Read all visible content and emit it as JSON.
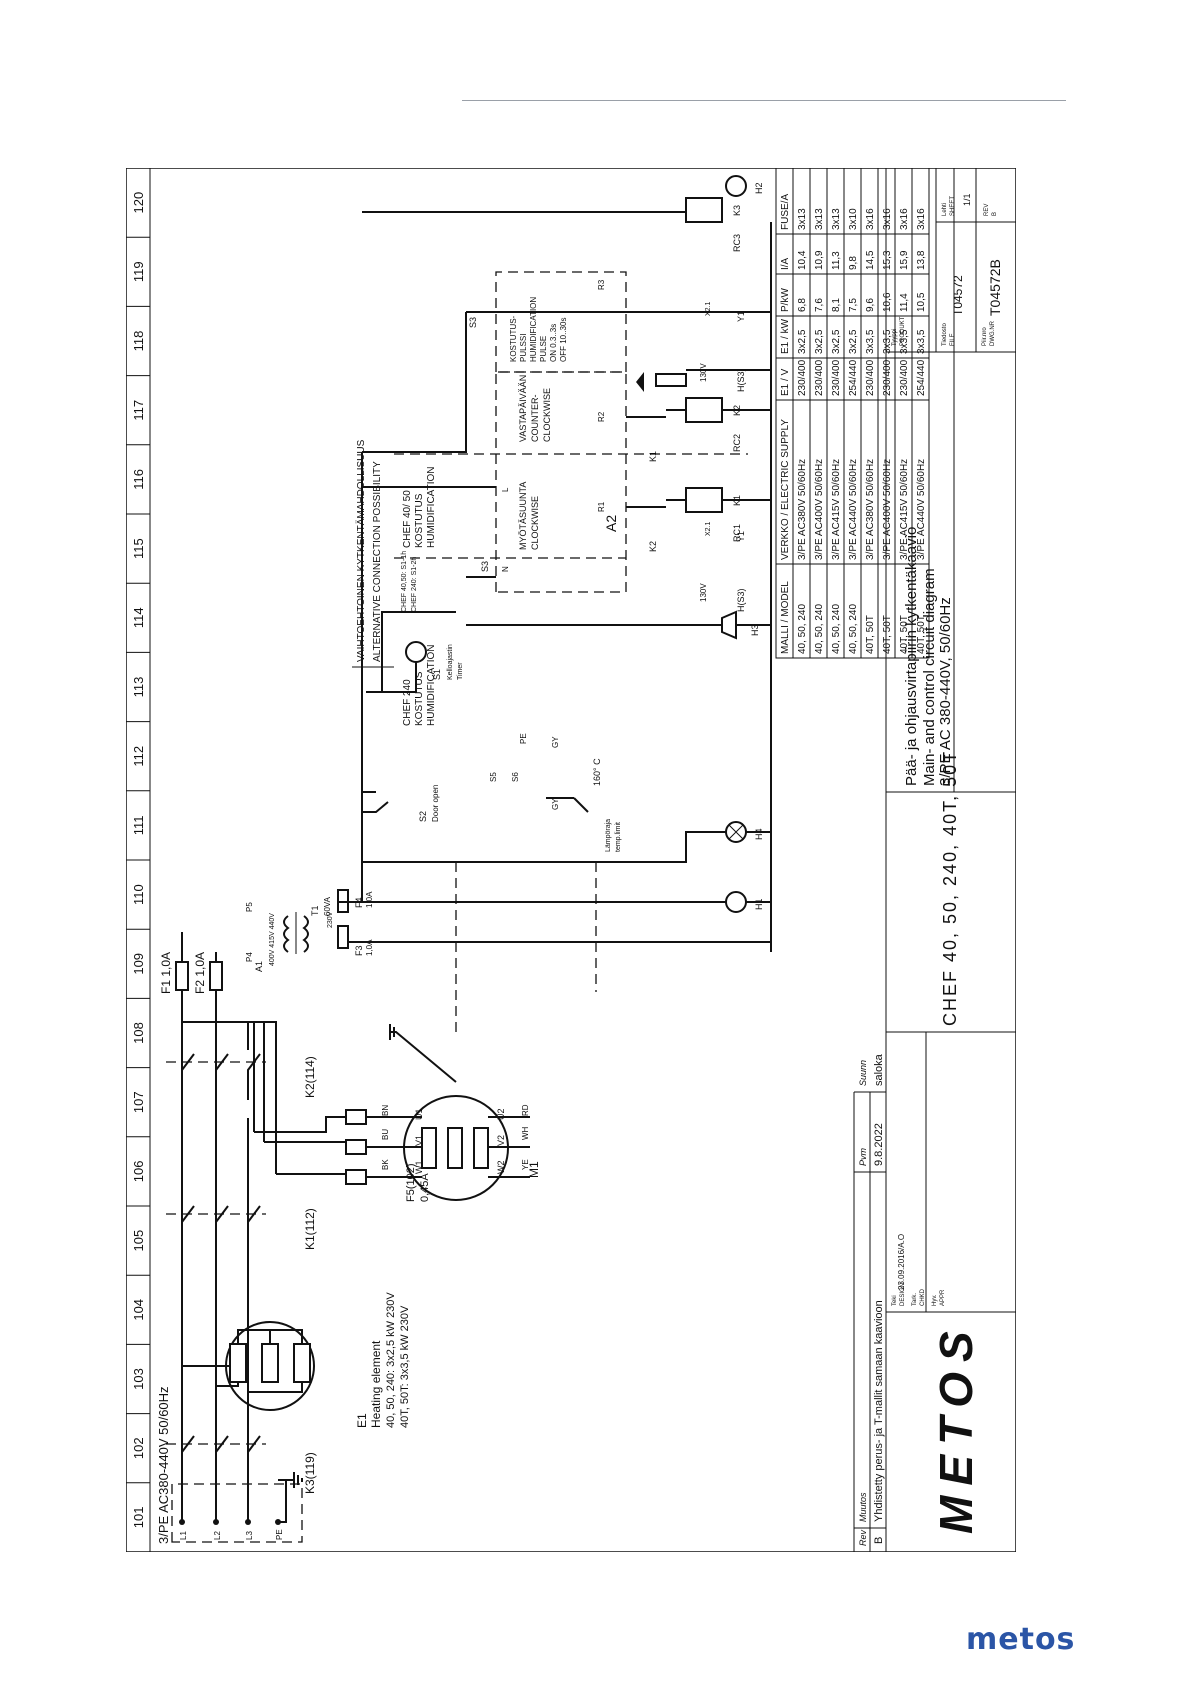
{
  "brand": {
    "footer_logo": "metos",
    "title_logo": "METOS"
  },
  "column_numbers": [
    "101",
    "102",
    "103",
    "104",
    "105",
    "106",
    "107",
    "108",
    "109",
    "110",
    "111",
    "112",
    "113",
    "114",
    "115",
    "116",
    "117",
    "118",
    "119",
    "120"
  ],
  "supply_header": "3/PE AC380-440V 50/60Hz",
  "terminals": [
    "L1",
    "L2",
    "L3",
    "PE"
  ],
  "devices": {
    "k3": "K3(119)",
    "k1": "K1(112)",
    "k2": "K2(114)",
    "f1": "F1 1,0A",
    "f2": "F2 1,0A",
    "f3": "F3",
    "f3_rating": "1,0A",
    "f4": "F4",
    "f4_rating": "1,0A",
    "f5": "F5(102)",
    "f5_rating": "0,45A",
    "m1": "M1",
    "e1": "E1",
    "e1_name": "Heating element",
    "e1_rating_1": "40, 50, 240: 3x2,5 kW 230V",
    "e1_rating_2": "40T, 50T: 3x3,5 kW 230V",
    "t1": "T1",
    "t1_va": "60VA",
    "t1_primary": "400V 415V 440V",
    "t1_secondary": "230V",
    "a1": "A1",
    "p4": "P4",
    "p5": "P5",
    "s1": "S1",
    "s1_name_fi": "Kelloajastin",
    "s1_name_en": "Timer",
    "s1_note_1": "CHEF 40,50: S1-1h",
    "s1_note_2": "CHEF 240: S1-2h",
    "s2": "S2",
    "s2_name": "Door open",
    "s3": "S3",
    "s3b": "S3",
    "s5": "S5",
    "s6": "S6",
    "thermo_temp": "160° C",
    "thermo_name_fi": "Lämpöraja",
    "thermo_name_en": "temp.limit",
    "h1": "H1",
    "h2": "H2",
    "h3": "H3",
    "h4": "H4",
    "rc1": "RC1",
    "rc2": "RC2",
    "rc3": "RC3",
    "x2_1": "X2.1",
    "x2_1b": "X2.1",
    "y1": "Y1",
    "y1b": "Y1",
    "hs3": "H(S3)",
    "hs3b": "H(S3)",
    "v130": "130V",
    "v130b": "130V",
    "k1_contact": "K1",
    "k2_contact": "K2",
    "k1_coil": "K1",
    "k2_coil": "K2",
    "k3_coil": "K3",
    "a2": "A2",
    "r1": "R1",
    "r2": "R2",
    "r3": "R3",
    "n": "N",
    "l": "L",
    "pe": "PE",
    "motor_u1": "U1",
    "motor_v1": "V1",
    "motor_w1": "W1",
    "motor_u2": "U2",
    "motor_v2": "V2",
    "motor_w2": "W2",
    "wire_bn": "BN",
    "wire_bu": "BU",
    "wire_bk": "BK",
    "wire_rd": "RD",
    "wire_wh": "WH",
    "wire_ye": "YE",
    "wire_gy": "GY",
    "wire_gy2": "GY"
  },
  "annotations": {
    "alt_fi": "VAIHTOEHTOINEN KYTKENTÄMAHDOLLISUUS",
    "alt_en": "ALTERNATIVE CONNECTION POSSIBILITY",
    "chef4050_1": "CHEF 40/ 50",
    "chef4050_2": "KOSTUTUS",
    "chef4050_3": "HUMIDIFICATION",
    "chef240_1": "CHEF 240",
    "chef240_2": "KOSTUTUS",
    "chef240_3": "HUMIDIFICATION",
    "pulse_1": "KOSTUTUS-",
    "pulse_2": "PULSSI",
    "pulse_3": "HUMIDIFICATION",
    "pulse_4": "PULSE",
    "pulse_5": "ON 0.3..3s",
    "pulse_6": "OFF 10..30s",
    "ccw_1": "VASTAPÄIVÄÄN",
    "ccw_2": "COUNTER-",
    "ccw_3": "CLOCKWISE",
    "cw_1": "MYÖTÄSUUNTA",
    "cw_2": "CLOCKWISE"
  },
  "spec_table": {
    "headers": [
      "MALLI / MODEL",
      "VERKKO / ELECTRIC SUPPLY",
      "E1 / V",
      "E1 / kW",
      "P/kW",
      "I/A",
      "FUSE/A"
    ],
    "rows": [
      [
        "40, 50, 240",
        "3/PE AC380V 50/60Hz",
        "230/400",
        "3x2,5",
        "6,8",
        "10,4",
        "3x13"
      ],
      [
        "40, 50, 240",
        "3/PE AC400V 50/60Hz",
        "230/400",
        "3x2,5",
        "7,6",
        "10,9",
        "3x13"
      ],
      [
        "40, 50, 240",
        "3/PE AC415V 50/60Hz",
        "230/400",
        "3x2,5",
        "8,1",
        "11,3",
        "3x13"
      ],
      [
        "40, 50, 240",
        "3/PE AC440V 50/60Hz",
        "254/440",
        "3x2,5",
        "7,5",
        "9,8",
        "3x10"
      ],
      [
        "40T, 50T",
        "3/PE AC380V 50/60Hz",
        "230/400",
        "3x3,5",
        "9,6",
        "14,5",
        "3x16"
      ],
      [
        "40T, 50T",
        "3/PE AC400V 50/60Hz",
        "230/400",
        "3x3,5",
        "10,6",
        "15,3",
        "3x16"
      ],
      [
        "40T, 50T",
        "3/PE AC415V 50/60Hz",
        "230/400",
        "3x3,5",
        "11,4",
        "15,9",
        "3x16"
      ],
      [
        "40T, 50T",
        "3/PE AC440V 50/60Hz",
        "254/440",
        "3x3,5",
        "10,5",
        "13,8",
        "3x16"
      ]
    ]
  },
  "title_block": {
    "title_fi": "Pää- ja ohjausvirtapiirin kytkentäkaavio",
    "title_en": "Main- and control circuit diagram",
    "title_supply": "3/PE AC 380-440V, 50/60Hz",
    "model": "CHEF 40, 50, 240, 40T, 50T",
    "type_label_fi": "Tyyppi",
    "type_label_en": "PRODUKT",
    "file_label_fi": "Tiedosto",
    "file_label_en": "FILE",
    "file_no": "T04572",
    "drawing_label_fi": "Piir.nro",
    "drawing_label_en": "DWG.NR",
    "drawing_no": "T04572B",
    "sheet_label_fi": "Lehti",
    "sheet_label_en": "SHEET",
    "sheet": "1/1",
    "rev_label": "REV",
    "rev_value": "B",
    "design_label_fi": "Teki",
    "design_label_en": "DESIGN",
    "design_date": "23.09.2016/A.O",
    "check_label_fi": "Tark.",
    "check_label_en": "CHKD",
    "approve_label_fi": "Hyv.",
    "approve_label_en": "APPR"
  },
  "revision_block": {
    "col_rev": "Rev",
    "col_change": "Muutos",
    "col_date": "Pvm",
    "col_by": "Suunn",
    "rev": "B",
    "change": "Yhdistetty perus- ja T-mallit samaan kaavioon",
    "date": "9.8.2022",
    "by": "saloka"
  }
}
